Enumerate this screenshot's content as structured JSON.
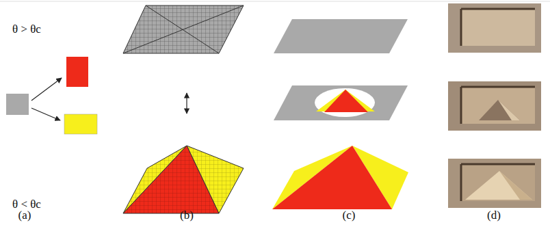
{
  "diagram": {
    "labels": [
      "θ > θc",
      "θ < θc",
      "(a)",
      "(b)",
      "(c)",
      "(d)"
    ]
  }
}
